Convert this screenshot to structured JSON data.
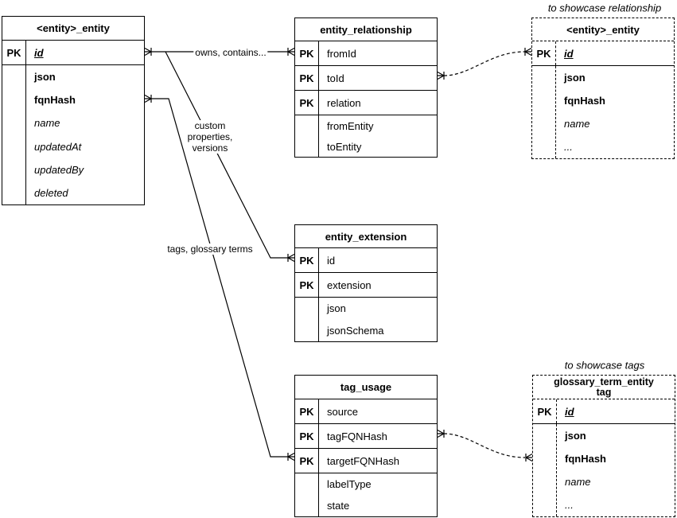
{
  "canvas": {
    "background": "#ffffff",
    "line_color": "#000000"
  },
  "captions": {
    "relationship": "to showcase relationship",
    "tags": "to showcase tags"
  },
  "edge_labels": {
    "owns": "owns, contains...",
    "custom_lines": [
      "custom",
      "properties,",
      "versions"
    ],
    "tags": "tags, glossary terms"
  },
  "tables": {
    "entity_entity": {
      "title": "<entity>_entity",
      "pk_rows": [
        {
          "key": "PK",
          "name": "id"
        }
      ],
      "fields": [
        "json",
        "fqnHash",
        "name",
        "updatedAt",
        "updatedBy",
        "deleted"
      ]
    },
    "entity_relationship": {
      "title": "entity_relationship",
      "pk_rows": [
        {
          "key": "PK",
          "name": "fromId"
        },
        {
          "key": "PK",
          "name": "toId"
        },
        {
          "key": "PK",
          "name": "relation"
        }
      ],
      "fields": [
        "fromEntity",
        "toEntity"
      ]
    },
    "entity_entity_ref": {
      "title": "<entity>_entity",
      "pk_rows": [
        {
          "key": "PK",
          "name": "id"
        }
      ],
      "fields": [
        "json",
        "fqnHash",
        "name",
        "..."
      ]
    },
    "entity_extension": {
      "title": "entity_extension",
      "pk_rows": [
        {
          "key": "PK",
          "name": "id"
        },
        {
          "key": "PK",
          "name": "extension"
        }
      ],
      "fields": [
        "json",
        "jsonSchema"
      ]
    },
    "tag_usage": {
      "title": "tag_usage",
      "pk_rows": [
        {
          "key": "PK",
          "name": "source"
        },
        {
          "key": "PK",
          "name": "tagFQNHash"
        },
        {
          "key": "PK",
          "name": "targetFQNHash"
        }
      ],
      "fields": [
        "labelType",
        "state"
      ]
    },
    "glossary_term_entity_tag": {
      "title_lines": [
        "glossary_term_entity",
        "tag"
      ],
      "pk_rows": [
        {
          "key": "PK",
          "name": "id"
        }
      ],
      "fields": [
        "json",
        "fqnHash",
        "name",
        "..."
      ]
    }
  }
}
